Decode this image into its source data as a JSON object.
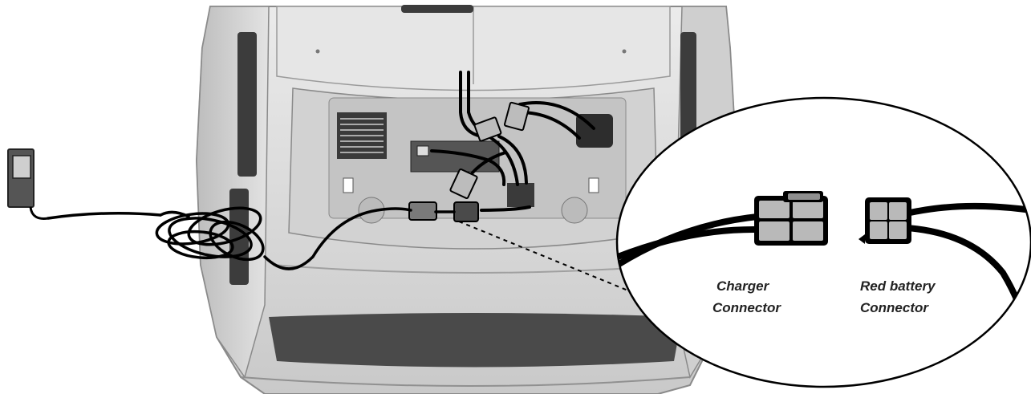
{
  "labels": {
    "charger_line1": "Charger",
    "charger_line2": "Connector",
    "battery_line1": "Red battery",
    "battery_line2": "Connector"
  },
  "colors": {
    "vehicle_body": "#d6d6d6",
    "vehicle_dark": "#3c3c3c",
    "cable": "#000000",
    "connector_fill": "#b9b9b9",
    "text": "#222222"
  },
  "icons": [
    "wall-charger-icon",
    "charger-connector-icon",
    "battery-connector-icon"
  ]
}
